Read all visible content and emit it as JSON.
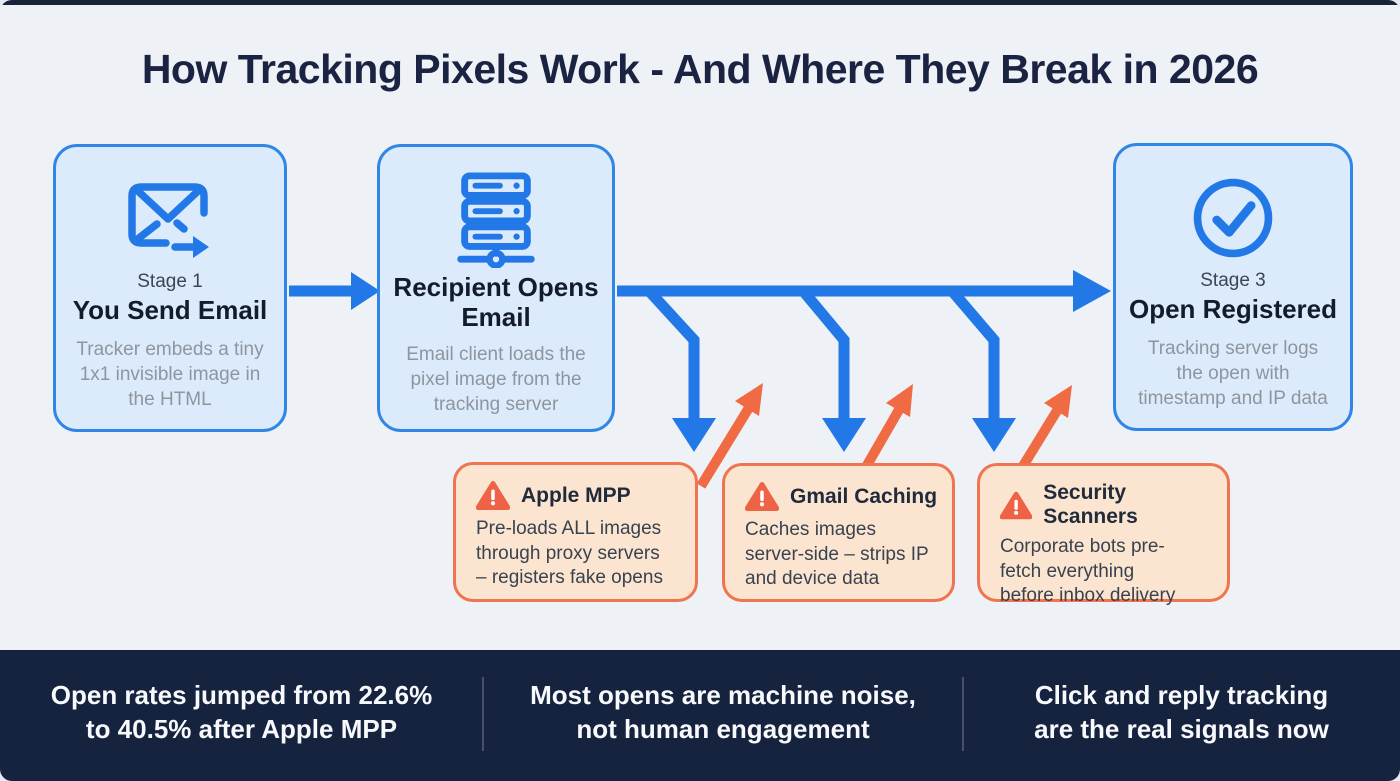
{
  "title": "How Tracking Pixels Work - And Where They Break in 2026",
  "stages": [
    {
      "stage_label": "Stage 1",
      "title": "You Send Email",
      "description": "Tracker embeds a tiny 1x1 invisible image in the HTML",
      "icon": "email-send-icon"
    },
    {
      "stage_label": "",
      "title": "Recipient Opens Email",
      "description": "Email client loads the pixel image from the tracking server",
      "icon": "server-icon"
    },
    {
      "stage_label": "Stage 3",
      "title": "Open Registered",
      "description": "Tracking server logs the open with timestamp and IP data",
      "icon": "check-circle-icon"
    }
  ],
  "breakpoints": [
    {
      "title": "Apple MPP",
      "description": "Pre-loads ALL images through proxy servers – registers fake opens",
      "icon": "warning-triangle-icon"
    },
    {
      "title": "Gmail Caching",
      "description": "Caches images server-side – strips IP and device data",
      "icon": "warning-triangle-icon"
    },
    {
      "title": "Security Scanners",
      "description": "Corporate bots pre-fetch everything before inbox delivery",
      "icon": "warning-triangle-icon"
    }
  ],
  "footer_stats": [
    {
      "line1": "Open rates jumped from 22.6%",
      "line2": "to 40.5% after Apple MPP"
    },
    {
      "line1": "Most opens are machine noise,",
      "line2": "not human engagement"
    },
    {
      "line1": "Click and reply tracking",
      "line2": "are the real signals now"
    }
  ],
  "colors": {
    "flow_blue": "#2178e6",
    "stage_fill": "#dcebfb",
    "stage_border": "#2f86e7",
    "break_orange": "#ef6a45",
    "break_fill": "#fce5d0",
    "break_border": "#ef7551",
    "warning_red": "#ee6245",
    "footer_navy": "#16233e",
    "title_navy": "#1b2342"
  }
}
